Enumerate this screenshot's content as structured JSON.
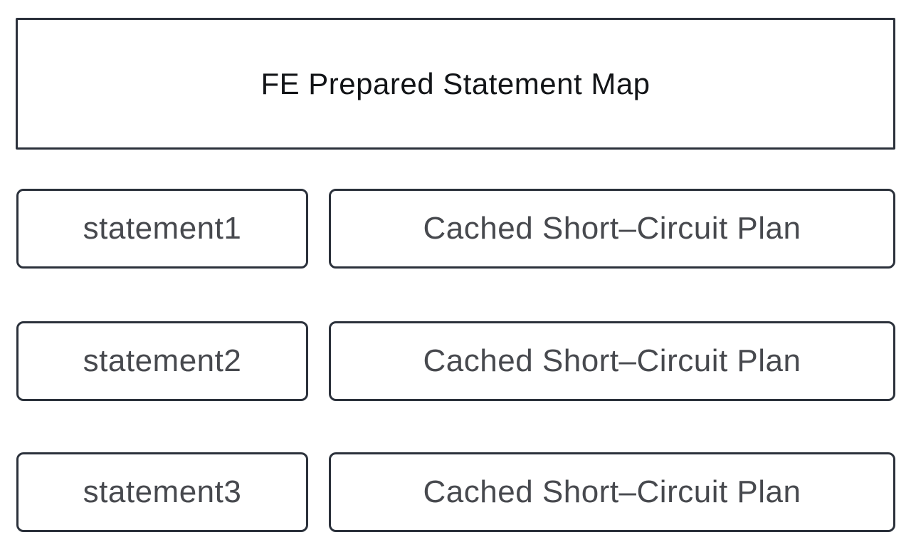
{
  "diagram": {
    "title": "FE Prepared Statement Map",
    "rows": [
      {
        "statement": "statement1",
        "plan": "Cached Short–Circuit Plan"
      },
      {
        "statement": "statement2",
        "plan": "Cached Short–Circuit Plan"
      },
      {
        "statement": "statement3",
        "plan": "Cached Short–Circuit Plan"
      }
    ],
    "colors": {
      "border": "#2b313b",
      "title_text": "#121417",
      "label_text": "#47494e",
      "background": "#ffffff"
    }
  }
}
